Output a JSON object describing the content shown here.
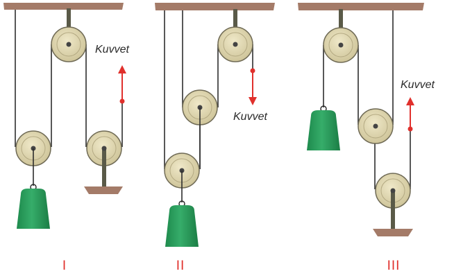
{
  "force_label": "Kuvvet",
  "systems": [
    {
      "roman": "I"
    },
    {
      "roman": "II"
    },
    {
      "roman": "III"
    }
  ],
  "colors": {
    "ceiling": "#a47b68",
    "rope": "#2d2d2d",
    "pulley_fill": "#dcd4ad",
    "pulley_edge": "#6f6a55",
    "weight": "#2c9e5e",
    "arrow": "#e0302c",
    "roman": "#e0302c"
  }
}
